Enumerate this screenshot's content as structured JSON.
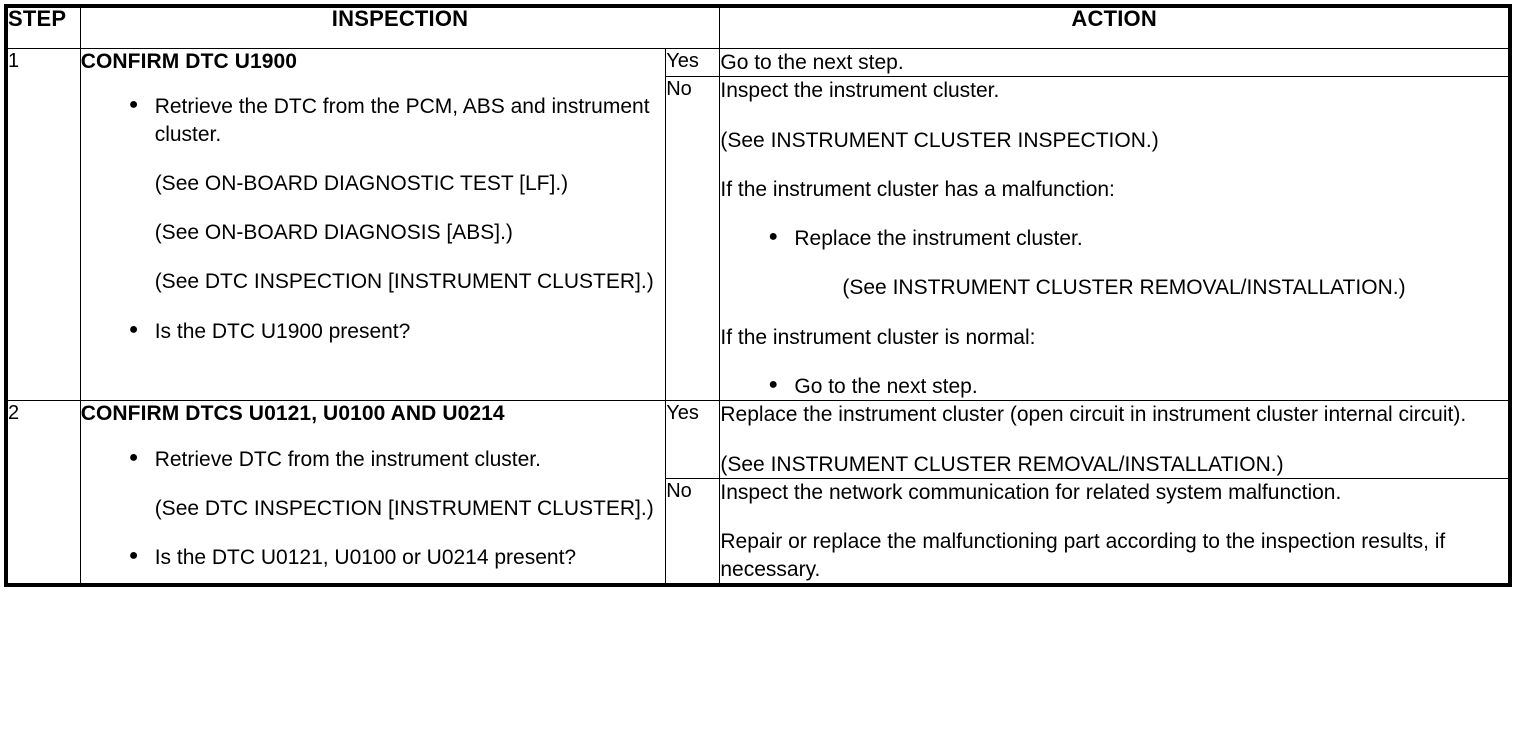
{
  "table": {
    "headers": {
      "step": "STEP",
      "inspection": "INSPECTION",
      "action": "ACTION"
    },
    "rows": [
      {
        "step": "1",
        "inspection": {
          "title": "CONFIRM DTC U1900",
          "blocks": [
            {
              "kind": "bullet",
              "text": "Retrieve the DTC from the PCM, ABS and instrument cluster."
            },
            {
              "kind": "sub",
              "text": "(See ON-BOARD DIAGNOSTIC TEST [LF].)"
            },
            {
              "kind": "sub",
              "text": "(See ON-BOARD DIAGNOSIS [ABS].)"
            },
            {
              "kind": "sub",
              "text": "(See DTC INSPECTION [INSTRUMENT CLUSTER].)"
            },
            {
              "kind": "bullet",
              "text": "Is the DTC U1900 present?"
            }
          ]
        },
        "answers": [
          {
            "label": "Yes",
            "blocks": [
              {
                "kind": "para",
                "text": "Go to the next step."
              }
            ]
          },
          {
            "label": "No",
            "blocks": [
              {
                "kind": "para",
                "text": "Inspect the instrument cluster."
              },
              {
                "kind": "para",
                "text": "(See INSTRUMENT CLUSTER INSPECTION.)"
              },
              {
                "kind": "para",
                "text": "If the instrument cluster has a malfunction:"
              },
              {
                "kind": "bullet",
                "text": "Replace the instrument cluster."
              },
              {
                "kind": "sub2",
                "text": "(See INSTRUMENT CLUSTER REMOVAL/INSTALLATION.)"
              },
              {
                "kind": "para",
                "text": "If the instrument cluster is normal:"
              },
              {
                "kind": "bullet",
                "text": "Go to the next step."
              }
            ]
          }
        ]
      },
      {
        "step": "2",
        "inspection": {
          "title": "CONFIRM DTCS U0121, U0100 AND U0214",
          "blocks": [
            {
              "kind": "bullet",
              "text": "Retrieve DTC from the instrument cluster."
            },
            {
              "kind": "sub",
              "text": "(See DTC INSPECTION [INSTRUMENT CLUSTER].)"
            },
            {
              "kind": "bullet",
              "text": "Is the DTC U0121, U0100 or U0214 present?"
            }
          ]
        },
        "answers": [
          {
            "label": "Yes",
            "blocks": [
              {
                "kind": "para",
                "text": "Replace the instrument cluster (open circuit in instrument cluster internal circuit)."
              },
              {
                "kind": "para",
                "text": "(See INSTRUMENT CLUSTER REMOVAL/INSTALLATION.)"
              }
            ]
          },
          {
            "label": "No",
            "blocks": [
              {
                "kind": "para",
                "text": "Inspect the network communication for related system malfunction."
              },
              {
                "kind": "para",
                "text": "Repair or replace the malfunctioning part according to the inspection results, if necessary."
              }
            ]
          }
        ]
      }
    ]
  },
  "symbols": {
    "bullet_glyph": "●"
  },
  "colors": {
    "border": "#000000",
    "text": "#000000",
    "background": "#ffffff"
  }
}
